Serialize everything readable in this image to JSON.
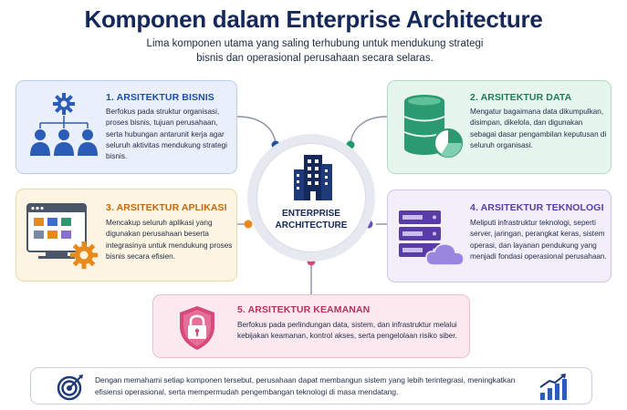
{
  "title": "Komponen dalam Enterprise Architecture",
  "subtitle": "Lima komponen utama yang saling terhubung untuk mendukung strategi bisnis dan operasional perusahaan secara selaras.",
  "center": {
    "line1": "ENTERPRISE",
    "line2": "ARCHITECTURE"
  },
  "components": [
    {
      "title": "1. ARSITEKTUR BISNIS",
      "description": "Berfokus pada struktur organisasi, proses bisnis, tujuan perusahaan, serta hubungan antarunit kerja agar seluruh aktivitas mendukung strategi bisnis.",
      "icon": "organization-gear-icon",
      "color": "#1f4fa8"
    },
    {
      "title": "2. ARSITEKTUR DATA",
      "description": "Mengatur bagaimana data dikumpulkan, disimpan, dikelola, dan digunakan sebagai dasar pengambilan keputusan di seluruh organisasi.",
      "icon": "database-chart-icon",
      "color": "#1e7d5a"
    },
    {
      "title": "3. ARSITEKTUR APLIKASI",
      "description": "Mencakup seluruh aplikasi yang digunakan perusahaan beserta integrasinya untuk mendukung proses bisnis secara efisien.",
      "icon": "application-window-icon",
      "color": "#c06a10"
    },
    {
      "title": "4. ARSITEKTUR TEKNOLOGI",
      "description": "Meliputi infrastruktur teknologi, seperti server, jaringan, perangkat keras, sistem operasi, dan layanan pendukung yang menjadi fondasi operasional perusahaan.",
      "icon": "server-cloud-icon",
      "color": "#5a3ca8"
    },
    {
      "title": "5. ARSITEKTUR KEAMANAN",
      "description": "Berfokus pada perlindungan data, sistem, dan infrastruktur melalui kebijakan keamanan, kontrol akses, serta pengelolaan risiko siber.",
      "icon": "shield-lock-icon",
      "color": "#b5325e"
    }
  ],
  "footer": "Dengan memahami setiap komponen tersebut, perusahaan dapat membangun sistem yang lebih terintegrasi, meningkatkan efisiensi operasional, serta mempermudah pengembangan teknologi di masa mendatang.",
  "colors": {
    "heading": "#15285a",
    "line": "#8a93a6"
  }
}
